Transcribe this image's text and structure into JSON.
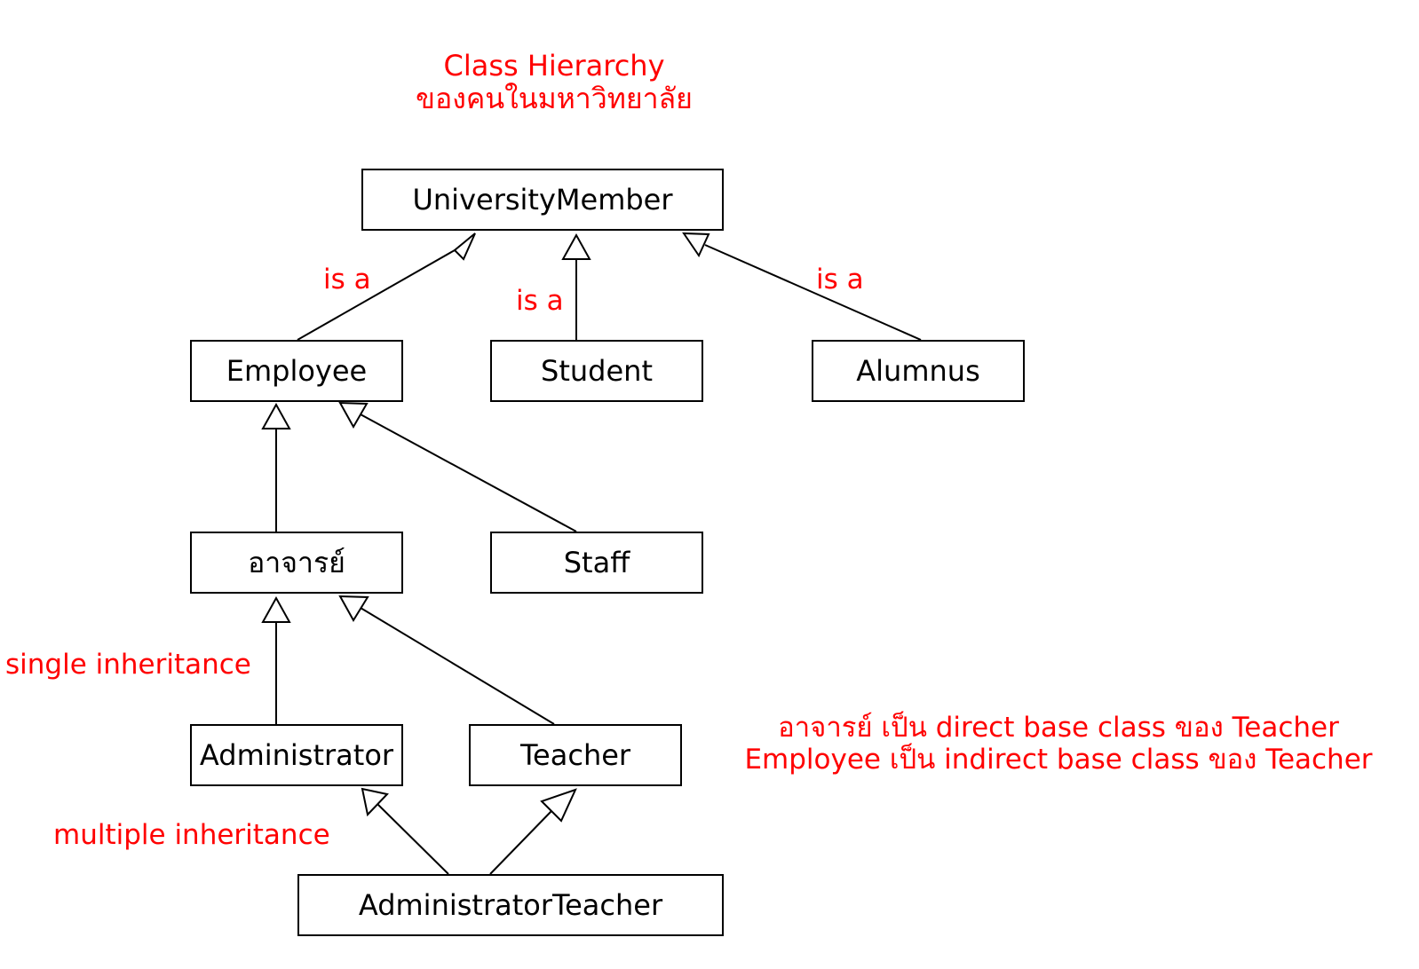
{
  "title": {
    "line1": "Class Hierarchy",
    "line2": "ของคนในมหาวิทยาลัย"
  },
  "classes": {
    "university_member": "UniversityMember",
    "employee": "Employee",
    "student": "Student",
    "alumnus": "Alumnus",
    "ajarn": "อาจารย์",
    "staff": "Staff",
    "administrator": "Administrator",
    "teacher": "Teacher",
    "administrator_teacher": "AdministratorTeacher"
  },
  "relations": [
    {
      "from": "employee",
      "to": "university_member",
      "type": "inheritance"
    },
    {
      "from": "student",
      "to": "university_member",
      "type": "inheritance"
    },
    {
      "from": "alumnus",
      "to": "university_member",
      "type": "inheritance"
    },
    {
      "from": "ajarn",
      "to": "employee",
      "type": "inheritance"
    },
    {
      "from": "staff",
      "to": "employee",
      "type": "inheritance"
    },
    {
      "from": "administrator",
      "to": "ajarn",
      "type": "inheritance"
    },
    {
      "from": "teacher",
      "to": "ajarn",
      "type": "inheritance"
    },
    {
      "from": "administrator_teacher",
      "to": "administrator",
      "type": "inheritance"
    },
    {
      "from": "administrator_teacher",
      "to": "teacher",
      "type": "inheritance"
    }
  ],
  "annotations": {
    "is_a_left": "is a",
    "is_a_middle": "is a",
    "is_a_right": "is a",
    "single_inheritance": "single inheritance",
    "multiple_inheritance": "multiple inheritance",
    "remark_line1": "อาจารย์ เป็น direct base class ของ Teacher",
    "remark_line2": "Employee เป็น indirect base class ของ Teacher"
  },
  "colors": {
    "annotation": "#ff0000",
    "line": "#000000",
    "box_fill": "#ffffff"
  }
}
